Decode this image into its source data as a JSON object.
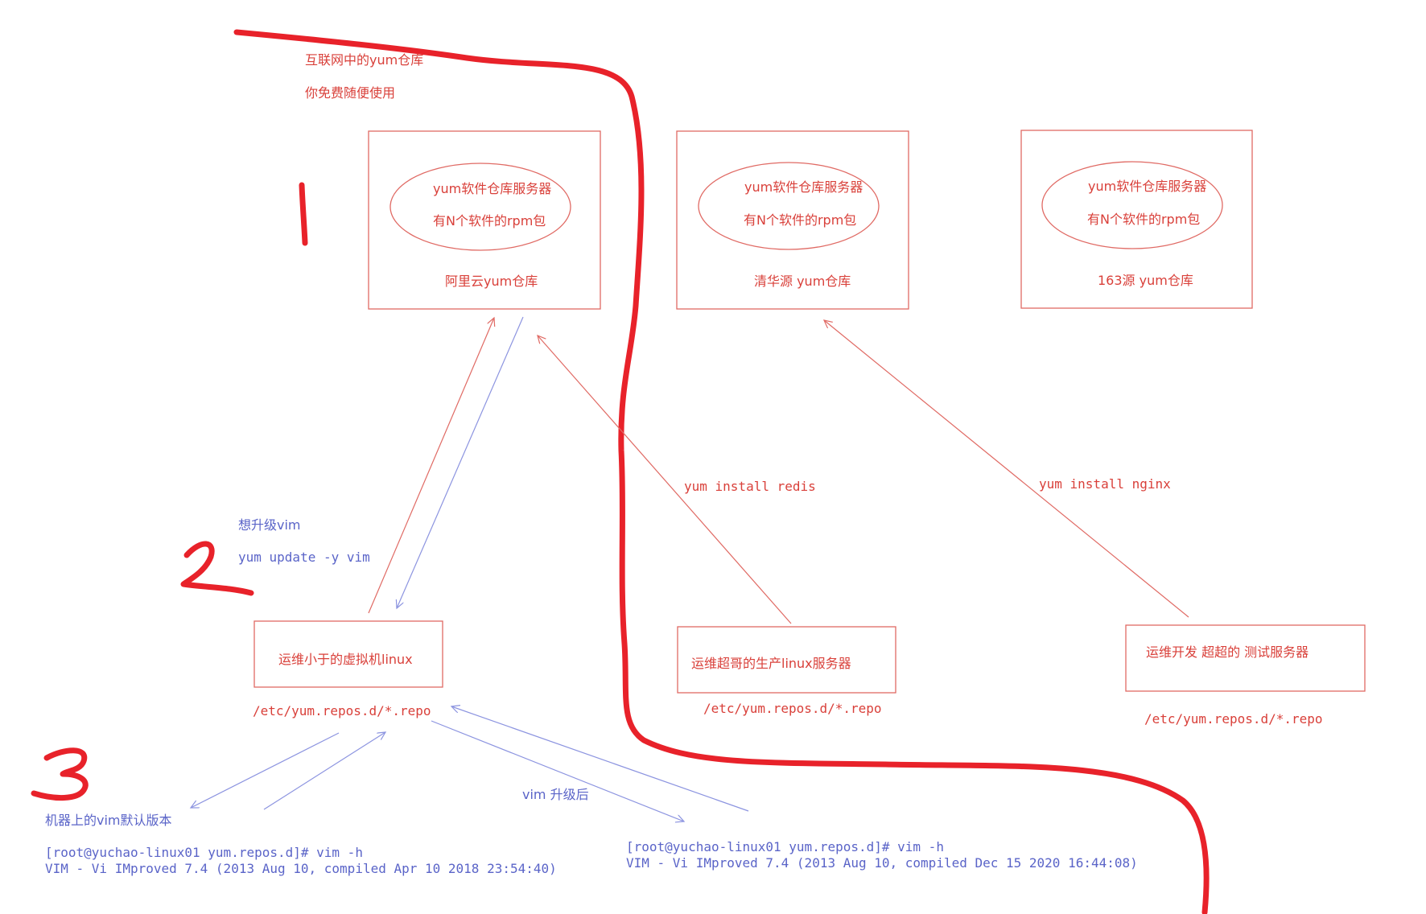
{
  "colors": {
    "red_marker": "#e8222a",
    "red_ink": "#d9403a",
    "red_line": "#e06a64",
    "blue_ink": "#5a64c8",
    "blue_line": "#8c94e0"
  },
  "internet": {
    "line1": "互联网中的yum仓库",
    "line2": "你免费随便使用"
  },
  "markers": {
    "one": "1",
    "two": "2",
    "three": "3"
  },
  "repos": [
    {
      "line1": "yum软件仓库服务器",
      "line2": "有N个软件的rpm包",
      "name": "阿里云yum仓库"
    },
    {
      "line1": "yum软件仓库服务器",
      "line2": "有N个软件的rpm包",
      "name": "清华源 yum仓库"
    },
    {
      "line1": "yum软件仓库服务器",
      "line2": "有N个软件的rpm包",
      "name": "163源 yum仓库"
    }
  ],
  "commands": {
    "redis": "yum install redis",
    "nginx": "yum install nginx",
    "want_upgrade": "想升级vim",
    "update": "yum update -y vim",
    "after_upgrade": "vim 升级后"
  },
  "machines": [
    {
      "name": "运维小于的虚拟机linux",
      "repo_path": "/etc/yum.repos.d/*.repo"
    },
    {
      "name": "运维超哥的生产linux服务器",
      "repo_path": "/etc/yum.repos.d/*.repo"
    },
    {
      "name": "运维开发 超超的 测试服务器",
      "repo_path": "/etc/yum.repos.d/*.repo"
    }
  ],
  "terminal_before": {
    "caption": "机器上的vim默认版本",
    "prompt": "[root@yuchao-linux01 yum.repos.d]# vim -h",
    "output": "VIM - Vi IMproved 7.4 (2013 Aug 10, compiled Apr 10 2018 23:54:40)"
  },
  "terminal_after": {
    "prompt": "[root@yuchao-linux01 yum.repos.d]# vim -h",
    "output": "VIM - Vi IMproved 7.4 (2013 Aug 10, compiled Dec 15 2020 16:44:08)"
  }
}
